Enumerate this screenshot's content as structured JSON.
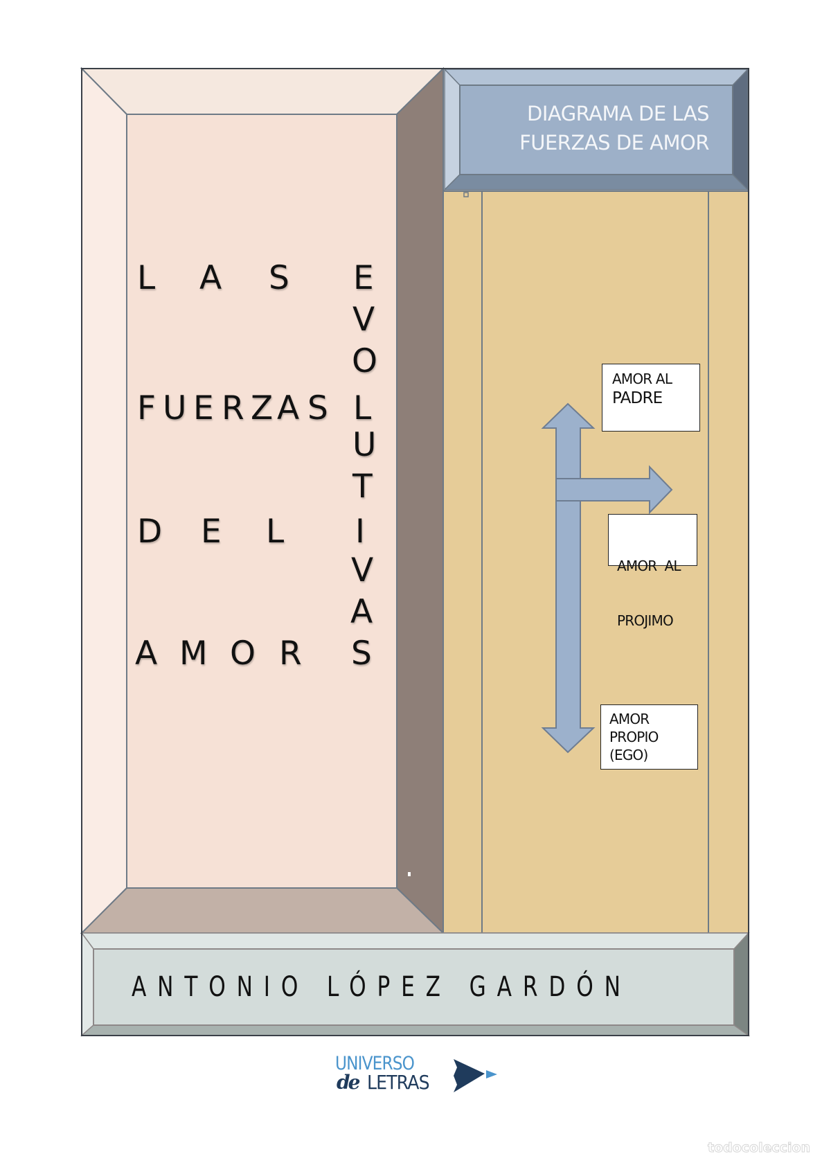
{
  "cover": {
    "left_panel": {
      "title_rows": [
        {
          "word": "LAS",
          "letters": [
            "L",
            "A",
            "S"
          ]
        },
        {
          "word": "FUERZAS",
          "letters": [
            "F",
            "U",
            "E",
            "R",
            "Z",
            "A",
            "S"
          ]
        },
        {
          "word": "DEL",
          "letters": [
            "D",
            "E",
            "L"
          ]
        },
        {
          "word": "AMOR",
          "letters": [
            "A",
            "M",
            "O",
            "R"
          ]
        }
      ],
      "vertical_word": "EVOLUTIVAS",
      "vertical_letters": [
        "E",
        "V",
        "O",
        "L",
        "U",
        "T",
        "I",
        "V",
        "A",
        "S"
      ]
    },
    "diagram": {
      "title_line1": "DIAGRAMA DE LAS",
      "title_line2": "FUERZAS DE AMOR",
      "boxes": [
        {
          "line1": "AMOR AL",
          "line2": "PADRE"
        },
        {
          "line1": "AMOR  AL",
          "line2": "PROJIMO"
        },
        {
          "line1": "AMOR",
          "line2": "PROPIO",
          "line3": "(EGO)"
        }
      ],
      "arrows": [
        "up-arrow",
        "right-arrow",
        "down-arrow"
      ]
    },
    "author": "ANTONIO LÓPEZ GARDÓN",
    "publisher": {
      "line1": "UNIVERSO",
      "line2_script": "de",
      "line2": "LETRAS"
    },
    "watermark": "todocoleccion",
    "colors": {
      "left_panel": "#f6e1d6",
      "left_bevel_top": "#f5e8df",
      "left_bevel_left": "#faece5",
      "left_bevel_right": "#8e7f78",
      "left_bevel_bottom": "#c2b1a7",
      "right_panel": "#e6cc98",
      "title_panel": "#9db0c8",
      "arrow_fill": "#9cb1cc",
      "author_bar": "#d3dcda",
      "logo_light_blue": "#4a94cc",
      "logo_navy": "#1f3b5c"
    }
  }
}
